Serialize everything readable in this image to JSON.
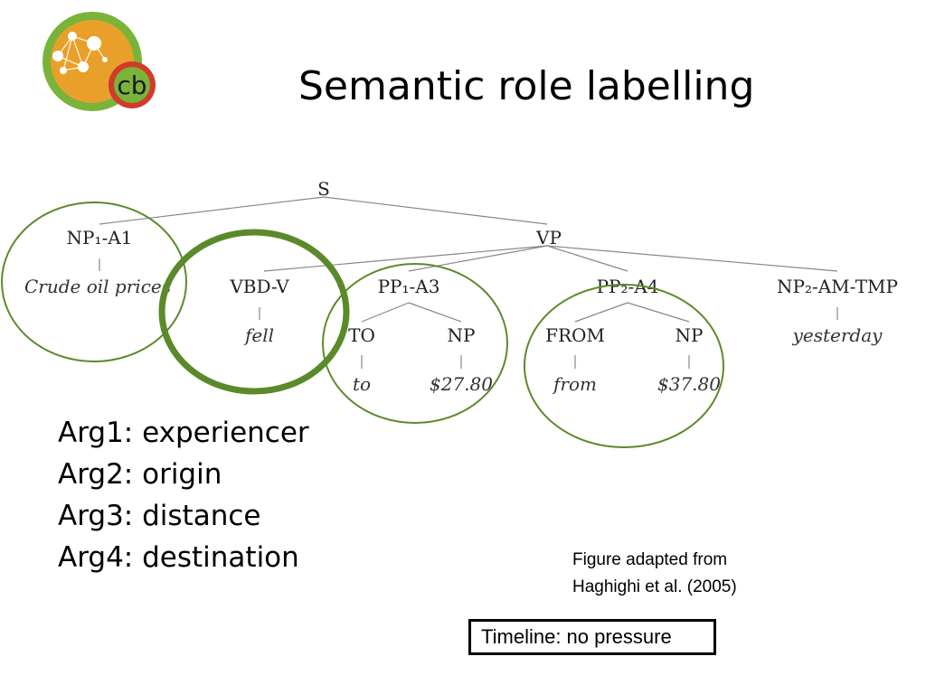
{
  "title": "Semantic role labelling",
  "logo": {
    "text": "cb",
    "outer_color": "#7ab33a",
    "inner_color": "#e8a02a",
    "badge_color": "#d23a2a"
  },
  "tree": {
    "root": "S",
    "np1": "NP₁-A1",
    "np1_word": "Crude oil prices",
    "vp": "VP",
    "vbd": "VBD-V",
    "vbd_word": "fell",
    "pp1": "PP₁-A3",
    "to": "TO",
    "to_word": "to",
    "np_a": "NP",
    "np_a_word": "$27.80",
    "pp2": "PP₂-A4",
    "from": "FROM",
    "from_word": "from",
    "np_b": "NP",
    "np_b_word": "$37.80",
    "np2": "NP₂-AM-TMP",
    "np2_word": "yesterday"
  },
  "circle_color": "#5a8a2a",
  "args": [
    "Arg1: experiencer",
    "Arg2: origin",
    "Arg3: distance",
    "Arg4: destination"
  ],
  "credit": {
    "line1": "Figure adapted from",
    "line2": "Haghighi et al. (2005)"
  },
  "timeline": "Timeline: no pressure"
}
